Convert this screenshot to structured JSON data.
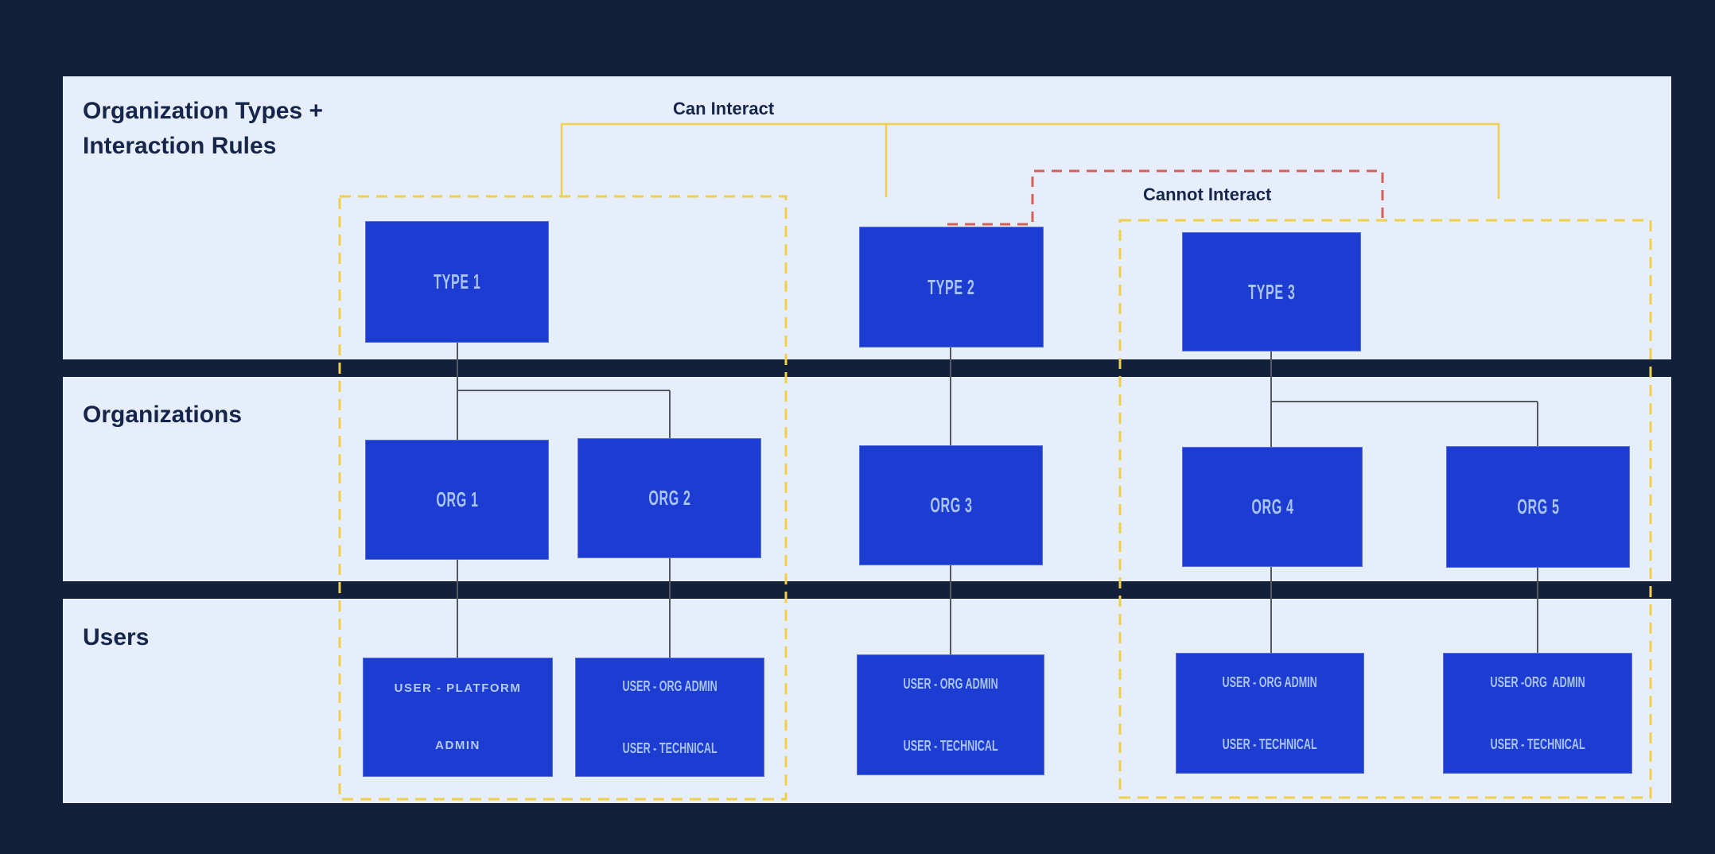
{
  "title": {
    "lines": [
      "Organization Types +",
      "Interaction Rules"
    ]
  },
  "sections": {
    "organizations_label": "Organizations",
    "users_label": "Users"
  },
  "legend": {
    "can_interact": "Can Interact",
    "cannot_interact": "Cannot Interact"
  },
  "types": [
    {
      "label": "TYPE 1"
    },
    {
      "label": "TYPE 2"
    },
    {
      "label": "TYPE 3"
    }
  ],
  "orgs": [
    {
      "label": "ORG 1"
    },
    {
      "label": "ORG 2"
    },
    {
      "label": "ORG 3"
    },
    {
      "label": "ORG 4"
    },
    {
      "label": "ORG 5"
    }
  ],
  "users": [
    {
      "line1": "USER - PLATFORM",
      "line2": "ADMIN"
    },
    {
      "line1": "USER - ORG ADMIN",
      "line2": "USER - TECHNICAL"
    },
    {
      "line1": "USER - ORG ADMIN",
      "line2": "USER - TECHNICAL"
    },
    {
      "line1": "USER - ORG ADMIN",
      "line2": "USER - TECHNICAL"
    },
    {
      "line1": "USER -ORG  ADMIN",
      "line2": "USER - TECHNICAL"
    }
  ],
  "colors": {
    "background_navy": "#122039",
    "band_light_blue": "#e6eefc",
    "node_blue": "#1c3cd2",
    "node_text_blue": "#a9c4f0",
    "heading_navy": "#16254a",
    "interact_yellow": "#f0cf4a",
    "cannot_red": "#d3605a",
    "connector_gray": "#54585f"
  }
}
